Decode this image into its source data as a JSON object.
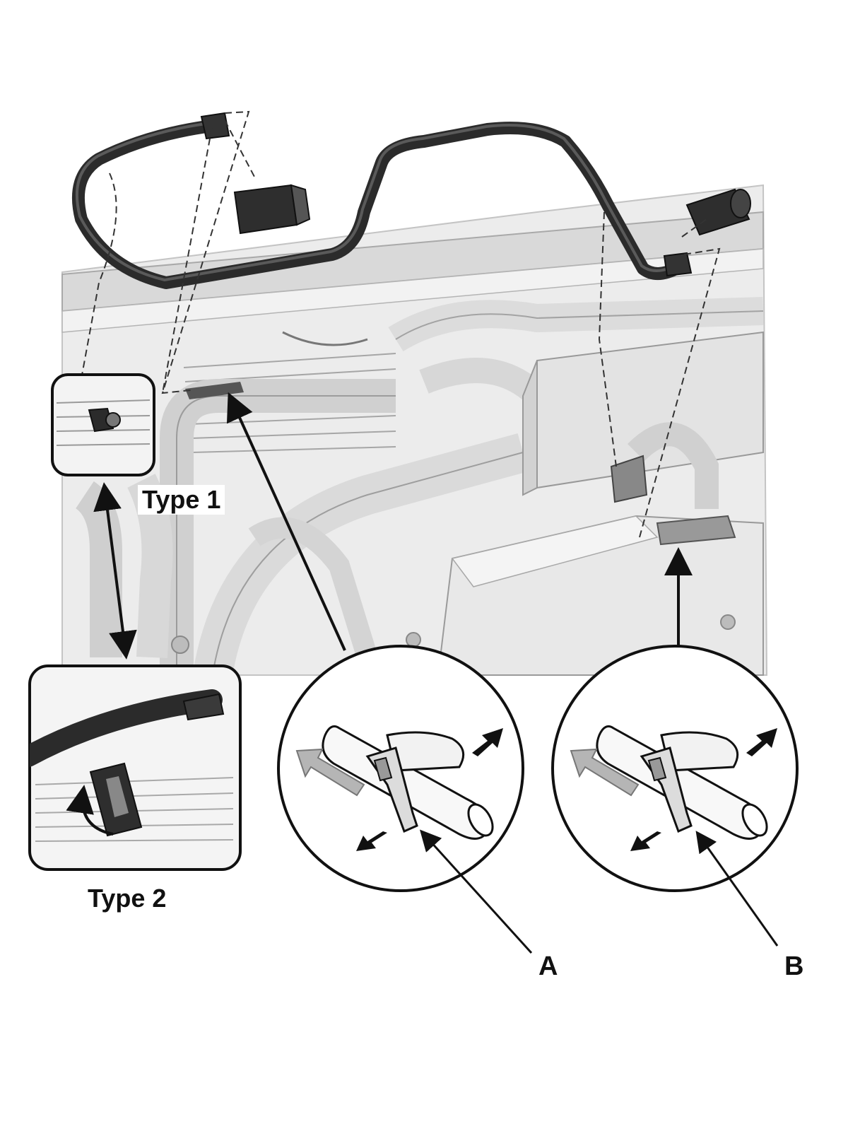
{
  "labels": {
    "type1": "Type 1",
    "type2": "Type 2",
    "a": "A",
    "b": "B"
  },
  "colors": {
    "hose": "#2b2b2b",
    "engine_fill": "#e6e6e6",
    "engine_line": "#a9a9a9",
    "arrow": "#111111",
    "slide_arrow": "#b5b5b5"
  }
}
